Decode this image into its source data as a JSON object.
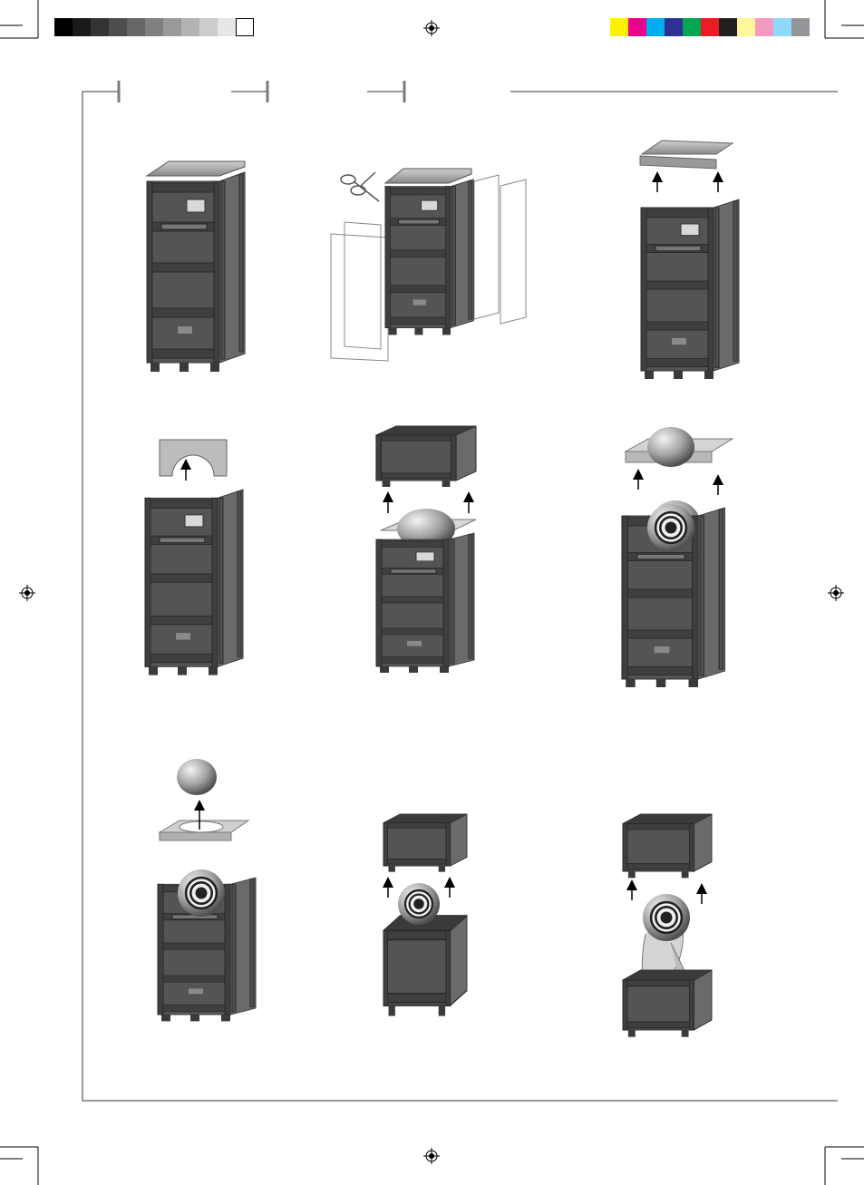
{
  "print_marks": {
    "gray_scale": [
      "#000000",
      "#1a1a1a",
      "#333333",
      "#4d4d4d",
      "#666666",
      "#808080",
      "#999999",
      "#b3b3b3",
      "#cccccc",
      "#e6e6e6",
      "#ffffff"
    ],
    "color_bar": [
      "#fff200",
      "#ec008c",
      "#00aeef",
      "#2e3192",
      "#00a651",
      "#ed1c24",
      "#231f20",
      "#fff799",
      "#f49ac1",
      "#8ed8f8",
      "#939598"
    ]
  },
  "colors": {
    "crate_dark": "#4a4a4a",
    "crate_mid": "#5e5e5e",
    "crate_light": "#7a7a7a",
    "frame_line": "#555555",
    "sphere_light": "#e8e8e8",
    "sphere_dark": "#6a6a6a"
  },
  "steps": [
    {
      "name": "closed-crate"
    },
    {
      "name": "cut-straps-remove-side-panels"
    },
    {
      "name": "lift-lid"
    },
    {
      "name": "lift-arch-support"
    },
    {
      "name": "lift-upper-crate-section"
    },
    {
      "name": "lift-foam-collar"
    },
    {
      "name": "lift-foam-ring-and-ball"
    },
    {
      "name": "lift-crate-section"
    },
    {
      "name": "lift-last-crate-section"
    }
  ]
}
